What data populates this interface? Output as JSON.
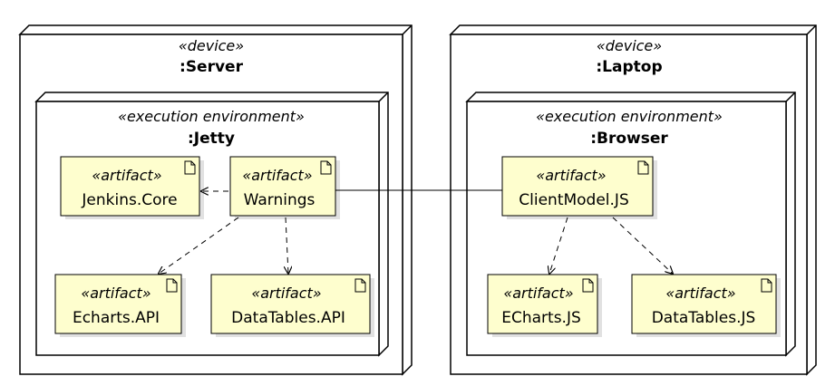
{
  "nodes": {
    "server": {
      "stereotype": "«device»",
      "name": ":Server"
    },
    "jetty": {
      "stereotype": "«execution environment»",
      "name": ":Jetty"
    },
    "laptop": {
      "stereotype": "«device»",
      "name": ":Laptop"
    },
    "browser": {
      "stereotype": "«execution environment»",
      "name": ":Browser"
    }
  },
  "artifacts": {
    "jenkins_core": {
      "stereotype": "«artifact»",
      "name": "Jenkins.Core"
    },
    "warnings": {
      "stereotype": "«artifact»",
      "name": "Warnings"
    },
    "echarts_api": {
      "stereotype": "«artifact»",
      "name": "Echarts.API"
    },
    "datatables_api": {
      "stereotype": "«artifact»",
      "name": "DataTables.API"
    },
    "clientmodel_js": {
      "stereotype": "«artifact»",
      "name": "ClientModel.JS"
    },
    "echarts_js": {
      "stereotype": "«artifact»",
      "name": "ECharts.JS"
    },
    "datatables_js": {
      "stereotype": "«artifact»",
      "name": "DataTables.JS"
    }
  },
  "colors": {
    "artifact_fill": "#fefece",
    "node_fill": "#ffffff",
    "stroke": "#000000"
  }
}
